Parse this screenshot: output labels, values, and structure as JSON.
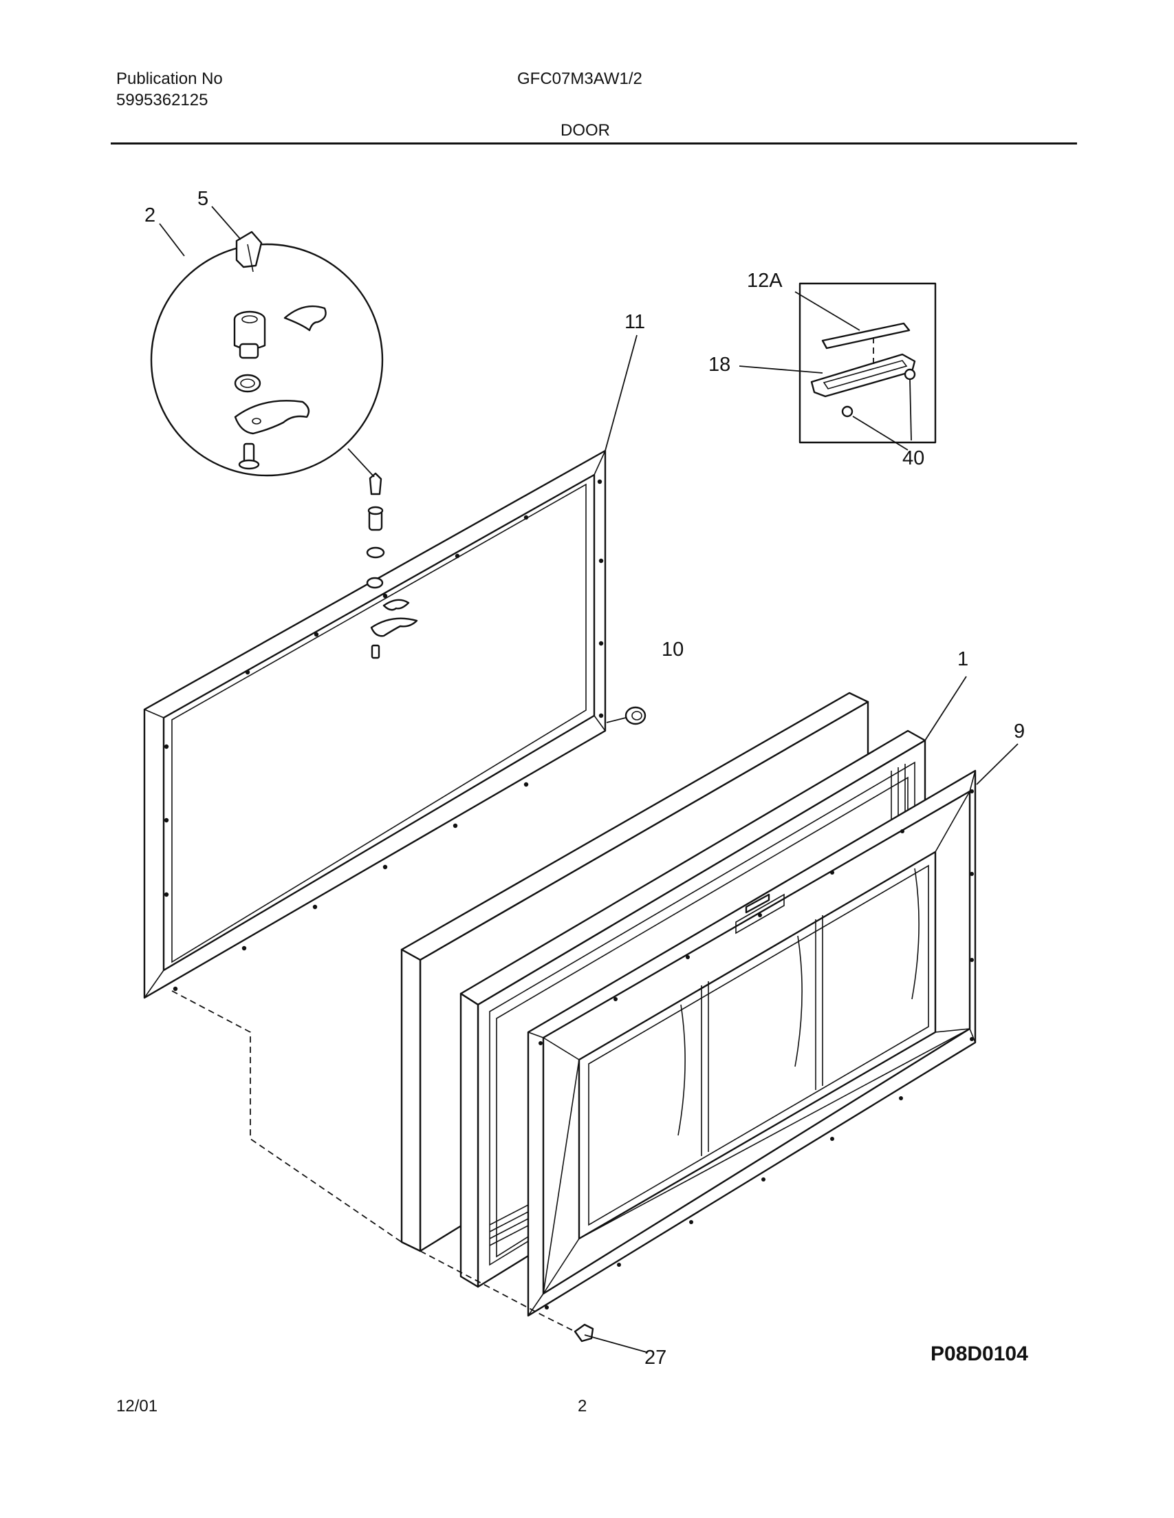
{
  "header": {
    "publication_label": "Publication No",
    "publication_number": "5995362125",
    "model": "GFC07M3AW1/2",
    "section": "DOOR"
  },
  "diagram": {
    "callouts": {
      "c1": "1",
      "c2": "2",
      "c5": "5",
      "c9": "9",
      "c10": "10",
      "c11": "11",
      "c12a": "12A",
      "c18": "18",
      "c27": "27",
      "c40": "40"
    },
    "drawing_code": "P08D0104"
  },
  "footer": {
    "date": "12/01",
    "page": "2"
  }
}
